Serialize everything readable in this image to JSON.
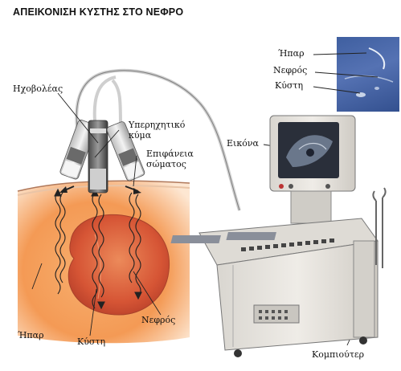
{
  "title": "ΑΠΕΙΚΟΝΙΣΗ ΚΥΣΤΗΣ ΣΤΟ ΝΕΦΡΟ",
  "labels": {
    "transducer": "Ηχοβολέας",
    "ultrasound_wave_line1": "Υπερηχητικό",
    "ultrasound_wave_line2": "κύμα",
    "body_surface_line1": "Επιφάνεια",
    "body_surface_line2": "σώματος",
    "liver": "Ήπαρ",
    "cyst": "Κύστη",
    "kidney": "Νεφρός",
    "image": "Εικόνα",
    "computer": "Κομπιούτερ"
  },
  "inset_labels": {
    "liver": "Ήπαρ",
    "kidney": "Νεφρός",
    "cyst": "Κύστη"
  },
  "colors": {
    "tissue": "#f4a15c",
    "kidney": "#d8573a",
    "inset_bg": "#4a68aa",
    "machine": "#e8e5e0",
    "screen": "#2a2f3a"
  }
}
